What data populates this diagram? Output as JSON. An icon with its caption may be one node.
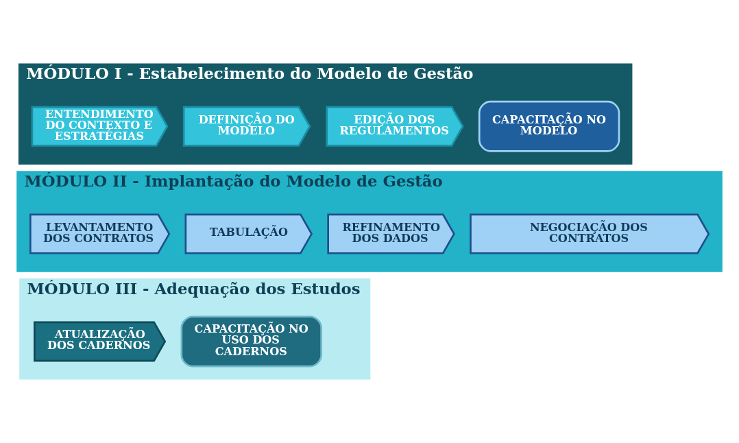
{
  "diagram": {
    "nodes": [
      {
        "text": [
          "MÓDULO I - Estabelecimento do Modelo de Gestão"
        ]
      },
      {
        "text": [
          "ENTENDIMENTO DO CONTEXTO E ESTRATÉGIAS"
        ],
        "in": 0
      },
      {
        "text": [
          "DEFINIÇÃO DO MODELO"
        ],
        "in": 0
      },
      {
        "text": [
          "EDIÇÃO DOS REGULAMENTOS"
        ],
        "in": 0
      },
      {
        "text": [
          "CAPACITAÇÃO NO MODELO"
        ],
        "in": 0
      },
      {
        "text": [
          "MÓDULO II - Implantação do Modelo de Gestão"
        ]
      },
      {
        "text": [
          "LEVANTAMENTO DOS CONTRATOS"
        ],
        "in": 5
      },
      {
        "text": [
          "TABULAÇÃO"
        ],
        "in": 5
      },
      {
        "text": [
          "REFINAMENTO DOS DADOS"
        ],
        "in": 5
      },
      {
        "text": [
          "NEGOCIAÇÃO DOS CONTRATOS"
        ],
        "in": 5
      },
      {
        "text": [
          "MÓDULO III - Adequação dos Estudos"
        ]
      },
      {
        "text": [
          "ATUALIZAÇÃO DOS CADERNOS"
        ],
        "in": 10
      },
      {
        "text": [
          "CAPACITAÇÃO NO USO DOS CADERNOS"
        ],
        "in": 10
      }
    ]
  }
}
